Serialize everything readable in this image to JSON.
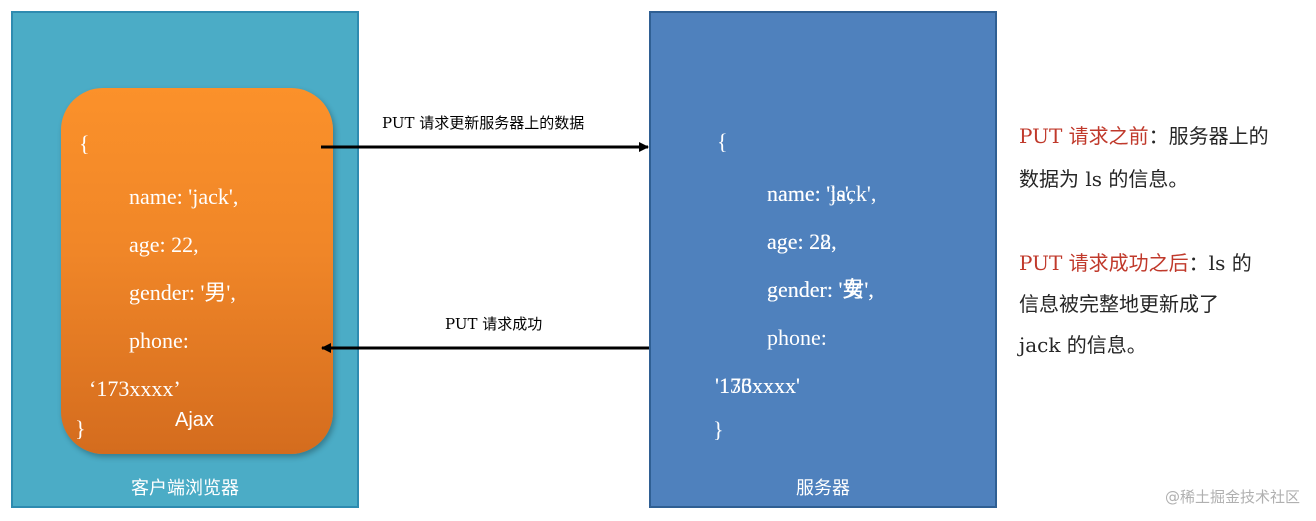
{
  "client": {
    "label": "客户端浏览器",
    "ajax_label": "Ajax",
    "code": {
      "open": "{",
      "name_line": "name: 'jack',",
      "age_line": "age: 22,",
      "gender_line": "gender: '男',",
      "phone_line": "phone:",
      "phone_value": "‘173xxxx’",
      "close": "}"
    }
  },
  "server": {
    "label": "服务器",
    "code": {
      "open": "{",
      "name_line_old": "name: 'ls',",
      "name_line_new": "name: 'jack',",
      "age_line_old": "age: 28,",
      "age_line_new": "age: 22,",
      "gender_line_old": "gender: '女',",
      "gender_line_new": "gender: '男',",
      "phone_line": "phone:",
      "phone_value_old": "'136xxxx'",
      "phone_value_new": "'173xxxx'",
      "close": "}"
    }
  },
  "arrows": {
    "request_label": "PUT 请求更新服务器上的数据",
    "response_label": "PUT 请求成功"
  },
  "notes": {
    "before_hl": "PUT 请求之前",
    "before_rest_1": "：服务器上的",
    "before_rest_2": "数据为 ls 的信息。",
    "after_hl": "PUT 请求成功之后",
    "after_rest_1": "：ls 的",
    "after_rest_2": "信息被完整地更新成了",
    "after_rest_3": "jack 的信息。"
  },
  "watermark": "@稀土掘金技术社区",
  "colors": {
    "client_bg": "#4bacc6",
    "server_bg": "#4f81bd",
    "code_box": "#f08628",
    "highlight": "#c0392b"
  }
}
